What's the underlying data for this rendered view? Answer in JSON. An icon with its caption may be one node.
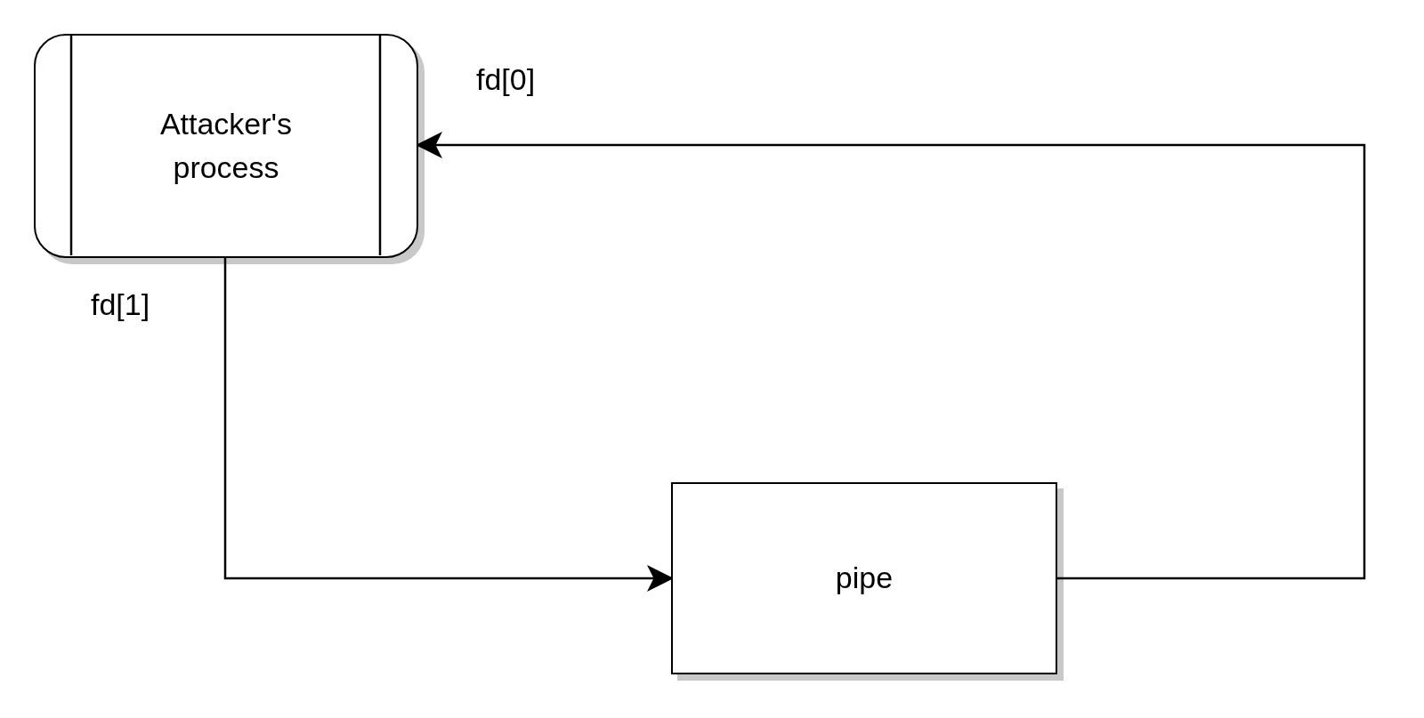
{
  "diagram": {
    "nodes": [
      {
        "text": [
          "Attacker's process"
        ]
      },
      {
        "text": [
          "pipe"
        ]
      }
    ],
    "edges": [
      {
        "from": 0,
        "to": 1,
        "arrow": "to"
      },
      {
        "from": 1,
        "to": 0,
        "arrow": "to"
      }
    ],
    "labels": [
      "fd[0]",
      "fd[1]"
    ]
  }
}
